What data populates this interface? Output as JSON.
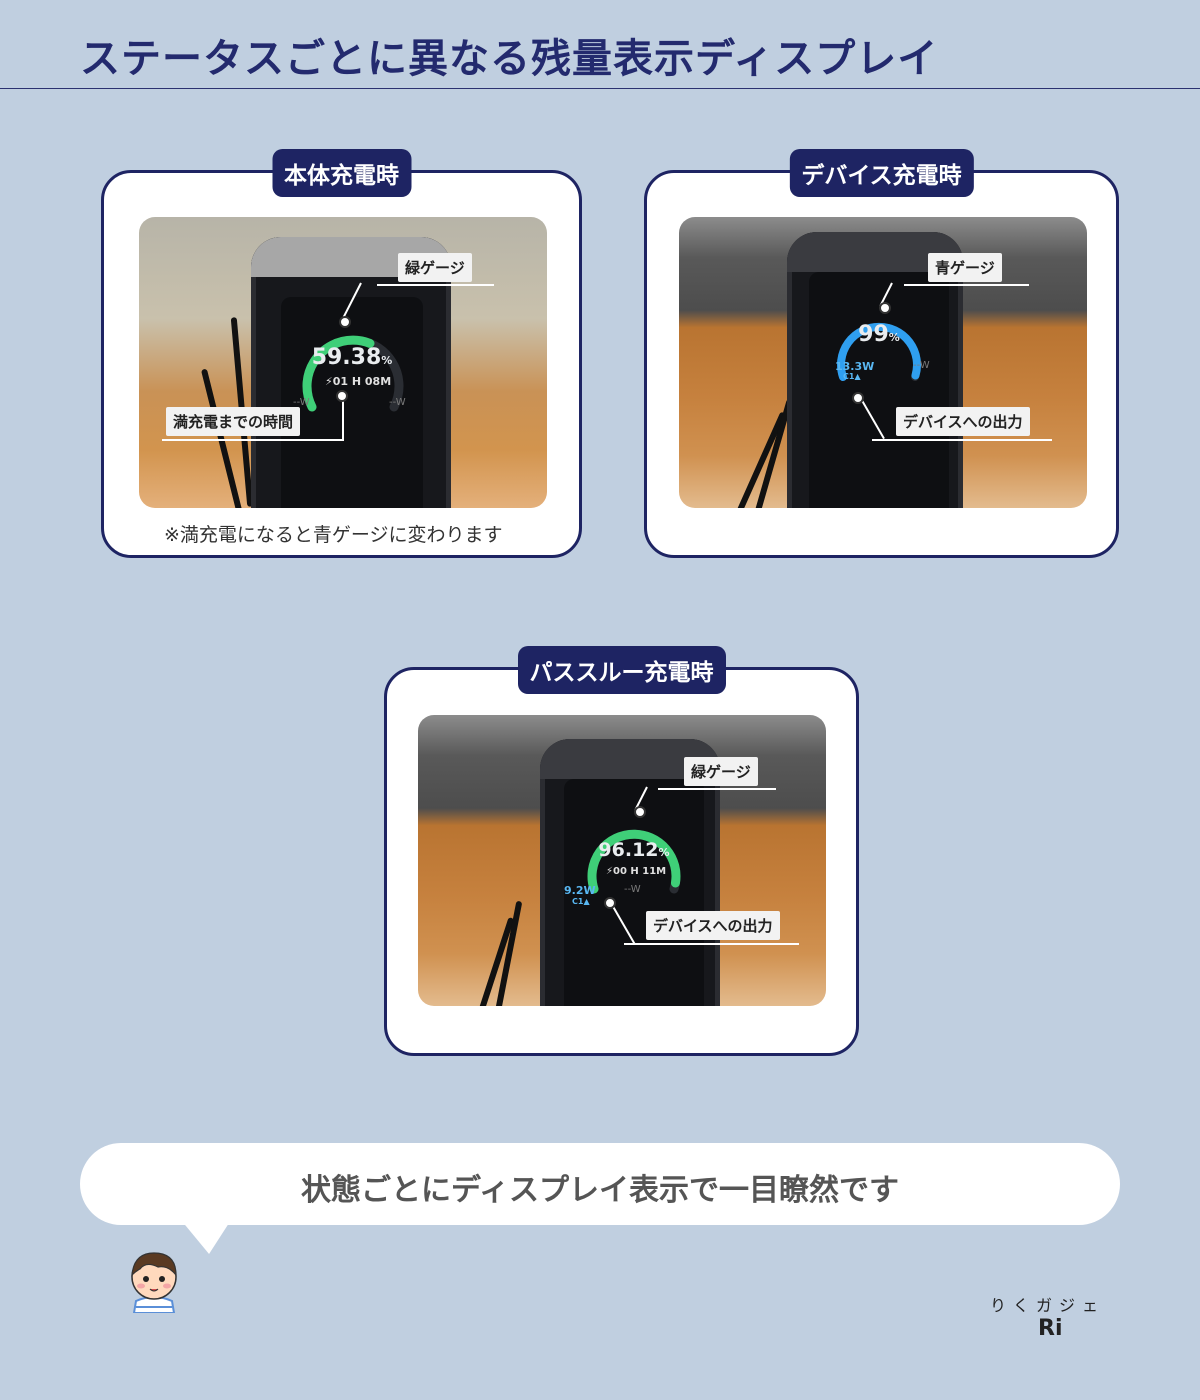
{
  "page": {
    "title": "ステータスごとに異なる残量表示ディスプレイ"
  },
  "cards": [
    {
      "label": "本体充電時",
      "gauge_value": "59.38",
      "gauge_unit": "%",
      "gauge_color": "#3fcf78",
      "time_text": "⚡01 H 08M",
      "port_text": "--W",
      "tags": [
        "緑ゲージ",
        "満充電までの時間"
      ],
      "note": "※満充電になると青ゲージに変わります"
    },
    {
      "label": "デバイス充電時",
      "gauge_value": "99",
      "gauge_unit": "%",
      "gauge_color": "#2f9ff0",
      "power_text": "13.3W",
      "port_id": "C1▲",
      "port_text": "--W",
      "tags": [
        "青ゲージ",
        "デバイスへの出力"
      ]
    },
    {
      "label": "パススルー充電時",
      "gauge_value": "96.12",
      "gauge_unit": "%",
      "gauge_color": "#3fcf78",
      "time_text": "⚡00 H 11M",
      "power_text": "9.2W",
      "port_id": "C1▲",
      "port_text": "--W",
      "tags": [
        "緑ゲージ",
        "デバイスへの出力"
      ]
    }
  ],
  "bubble": {
    "text": "状態ごとにディスプレイ表示で一目瞭然です"
  },
  "signature": {
    "kana": "りくガジェ",
    "short": "Ri"
  }
}
